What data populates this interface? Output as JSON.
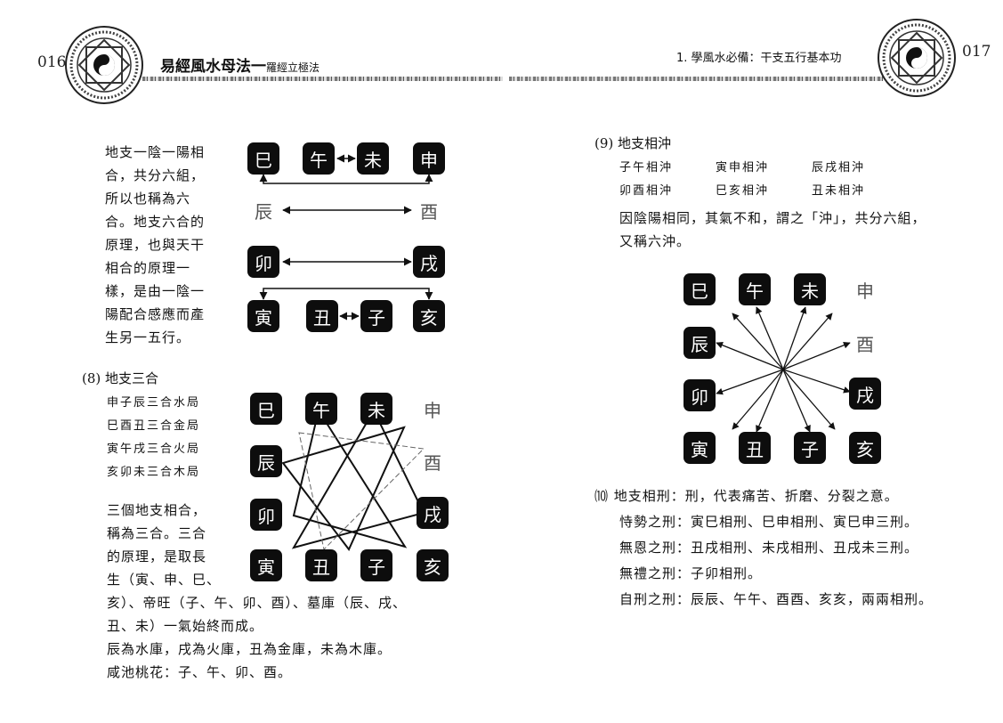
{
  "header": {
    "left_page_number": "016",
    "book_title": "易經風水母法一",
    "book_subtitle": "羅經立極法",
    "chapter_title": "1. 學風水必備：干支五行基本功",
    "right_page_number": "017"
  },
  "left": {
    "liuhe_text": [
      "地支一陰一陽相",
      "合，共分六組，",
      "所以也稱為六",
      "合。地支六合的",
      "原理，也與天干",
      "相合的原理一",
      "樣，是由一陰一",
      "陽配合感應而產",
      "生另一五行。"
    ],
    "liuhe_tiles": {
      "row1": [
        "巳",
        "午",
        "未",
        "申"
      ],
      "row2": [
        "辰",
        "酉"
      ],
      "row3": [
        "卯",
        "戌"
      ],
      "row4": [
        "寅",
        "丑",
        "子",
        "亥"
      ]
    },
    "sanhe_heading": "(8) 地支三合",
    "sanhe_items": [
      "申子辰三合水局",
      "巳酉丑三合金局",
      "寅午戌三合火局",
      "亥卯未三合木局"
    ],
    "sanhe_text": [
      "三個地支相合，",
      "稱為三合。三合",
      "的原理，是取長",
      "生（寅、申、巳、"
    ],
    "sanhe_tiles": {
      "row1": [
        "巳",
        "午",
        "未",
        "申"
      ],
      "row2": [
        "辰",
        "酉"
      ],
      "row3": [
        "卯",
        "戌"
      ],
      "row4": [
        "寅",
        "丑",
        "子",
        "亥"
      ]
    },
    "sanhe_full_lines": [
      "亥）、帝旺（子、午、卯、酉）、墓庫（辰、戌、",
      "丑、未）一氣始終而成。",
      "辰為水庫，戌為火庫，丑為金庫，未為木庫。",
      "咸池桃花：子、午、卯、酉。"
    ]
  },
  "right": {
    "chong_heading": "(9) 地支相沖",
    "chong_items_row1": [
      "子午相沖",
      "寅申相沖",
      "辰戌相沖"
    ],
    "chong_items_row2": [
      "卯酉相沖",
      "巳亥相沖",
      "丑未相沖"
    ],
    "chong_text": [
      "因陰陽相同，其氣不和，謂之「沖」，共分六組，",
      "又稱六沖。"
    ],
    "chong_tiles": {
      "row1": [
        "巳",
        "午",
        "未",
        "申"
      ],
      "row2": [
        "辰",
        "酉"
      ],
      "row3": [
        "卯",
        "戌"
      ],
      "row4": [
        "寅",
        "丑",
        "子",
        "亥"
      ]
    },
    "xing_heading": "⑽ 地支相刑：刑，代表痛苦、折磨、分裂之意。",
    "xing_lines": [
      "恃勢之刑：寅巳相刑、巳申相刑、寅巳申三刑。",
      "無恩之刑：丑戌相刑、未戌相刑、丑戌未三刑。",
      "無禮之刑：子卯相刑。",
      "自刑之刑：辰辰、午午、酉酉、亥亥，兩兩相刑。"
    ]
  }
}
